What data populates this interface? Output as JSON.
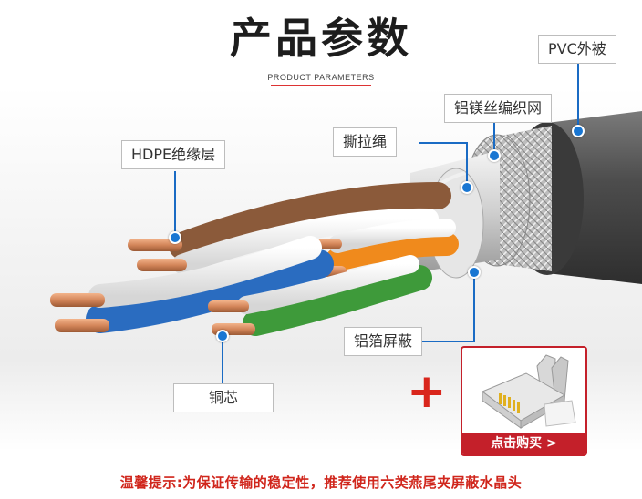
{
  "header": {
    "title": "产品参数",
    "subtitle": "PRODUCT PARAMETERS"
  },
  "callouts": {
    "pvc_jacket": "PVC外被",
    "braid": "铝镁丝编织网",
    "ripcord": "撕拉绳",
    "hdpe": "HDPE绝缘层",
    "foil": "铝箔屏蔽",
    "copper": "铜芯"
  },
  "promo": {
    "plus_symbol": "+",
    "buy_button": "点击购买 >"
  },
  "footer": {
    "tip": "温馨提示:为保证传输的稳定性，推荐使用六类燕尾夹屏蔽水晶头"
  },
  "colors": {
    "accent_red": "#c4202a",
    "dot_blue": "#1976d2",
    "jacket_gray": "#5a5a5a",
    "pair_brown": "#8b5a3a",
    "pair_orange": "#f08a1c",
    "pair_blue": "#2a6cc0",
    "pair_green": "#3e9a3a",
    "copper": "#d98b5c"
  }
}
